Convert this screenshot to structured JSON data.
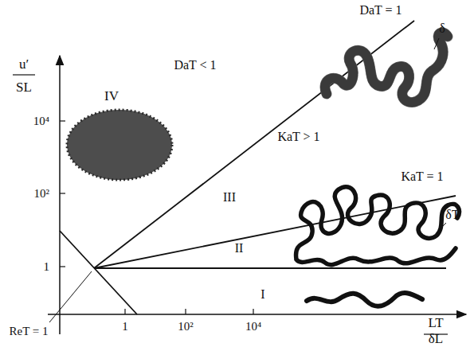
{
  "diagram": {
    "labels": [
      "u′",
      "SL",
      "10⁴",
      "10²",
      "1",
      "1",
      "10²",
      "10⁴",
      "LT",
      "δL",
      "ReT = 1",
      "DaT = 1",
      "DaT < 1",
      "IV",
      "δ",
      "KaT > 1",
      "III",
      "KaT = 1",
      "δT",
      "II",
      "I"
    ]
  }
}
